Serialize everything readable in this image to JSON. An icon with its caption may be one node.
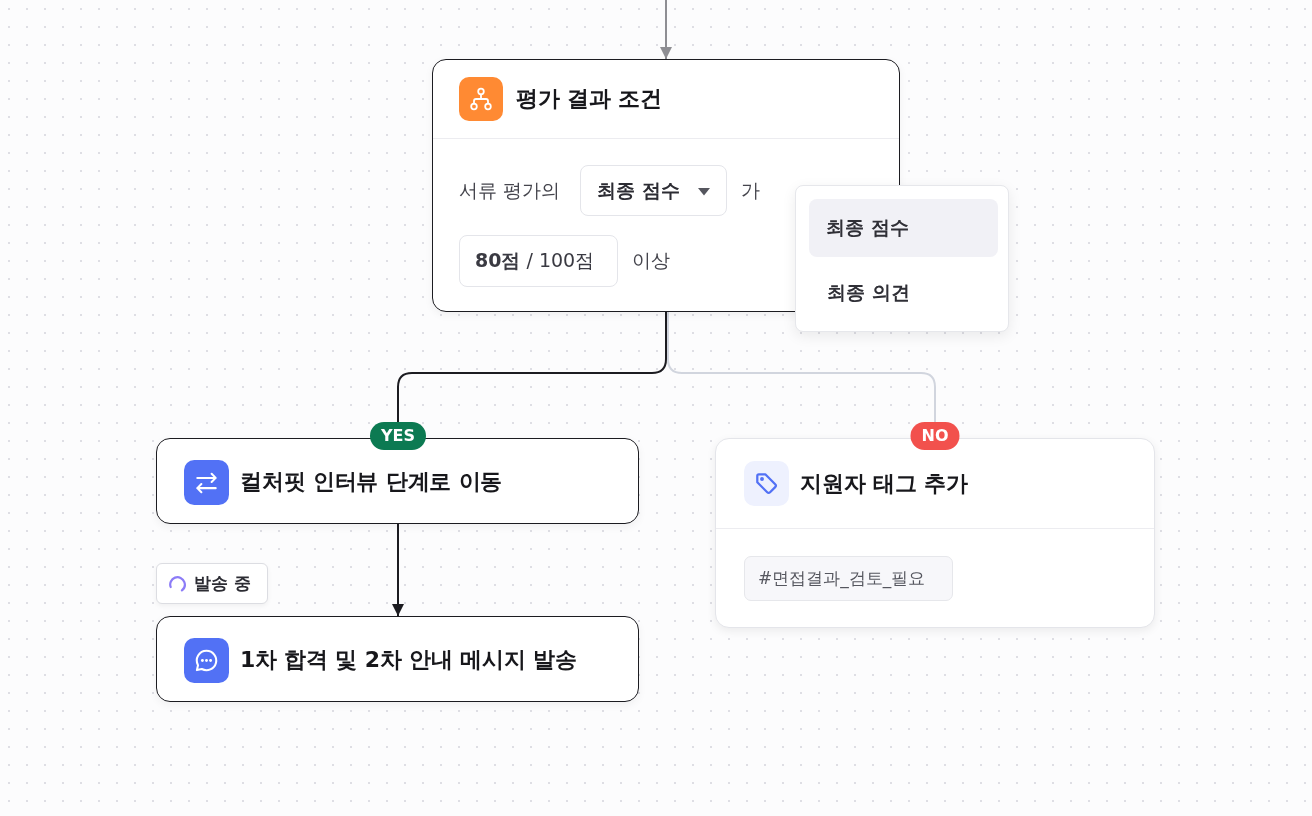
{
  "diagram": {
    "nodes": [
      {
        "text": [
          "평가 결과 조건",
          "서류 평가의",
          "가",
          "이상"
        ]
      },
      {
        "text": [
          "최종 점수"
        ],
        "in": 0
      },
      {
        "text": [
          "**80점** / 100점"
        ],
        "in": 0
      },
      {
        "text": [
          "최종 의견"
        ]
      },
      {
        "text": [
          "최종 점수"
        ],
        "in": 3
      },
      {
        "text": [
          "컬처핏 인터뷰 단계로 이동"
        ]
      },
      {
        "text": [
          "지원자 태그 추가"
        ]
      },
      {
        "text": [
          "#면접결과_검토_필요"
        ],
        "in": 6
      },
      {
        "text": [
          "발송 중"
        ]
      },
      {
        "text": [
          "1차 합격 및 2차 안내 메시지 발송"
        ]
      }
    ],
    "edges": [
      {
        "from": null,
        "to": 0,
        "arrow": "to",
        "color": "#8e8e93"
      },
      {
        "from": 0,
        "to": 5,
        "arrow": "none",
        "label": "YES"
      },
      {
        "from": 0,
        "to": 6,
        "arrow": "none",
        "label": "NO",
        "color": "#d1d5de"
      },
      {
        "from": 5,
        "to": 9,
        "arrow": "to"
      }
    ]
  }
}
